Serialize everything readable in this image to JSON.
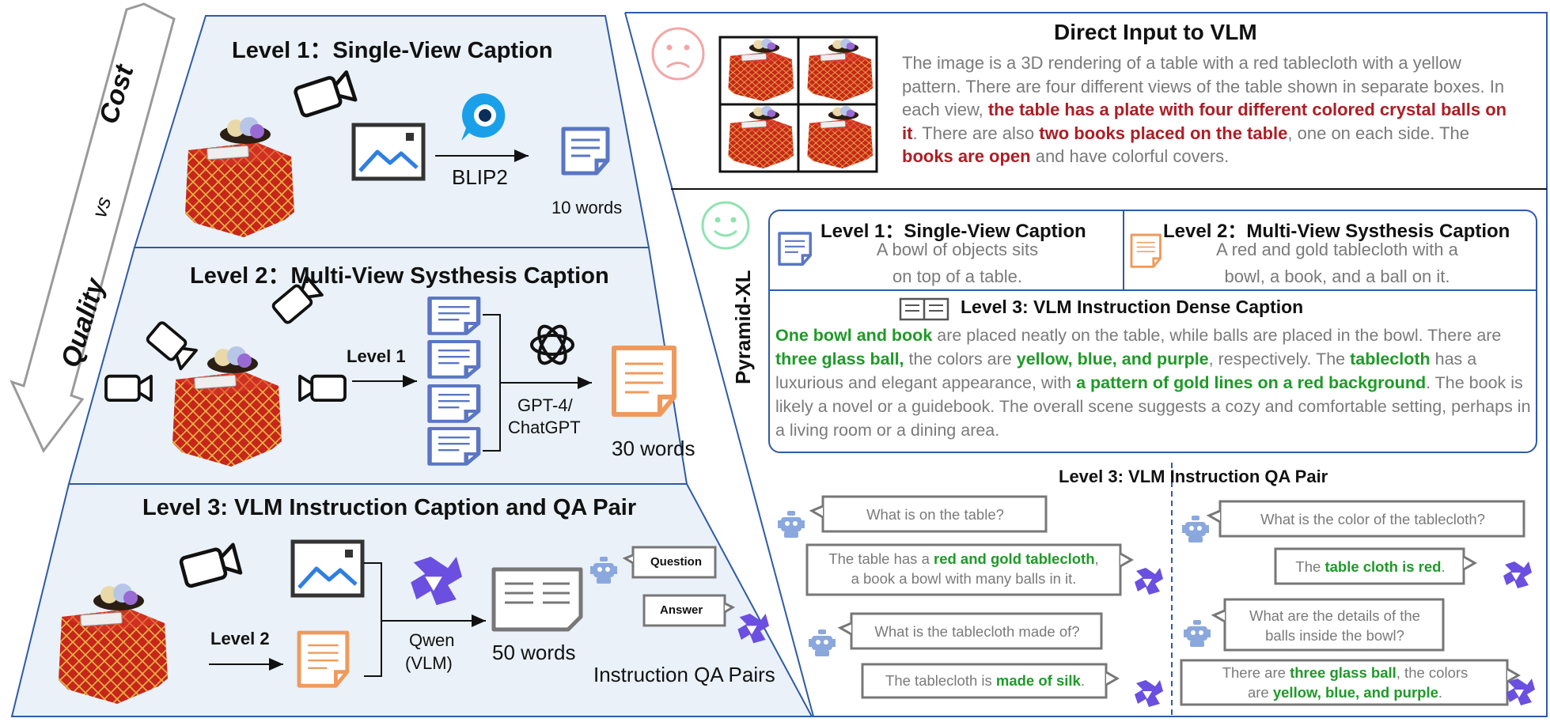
{
  "axis": {
    "cost": "Cost",
    "vs": "vs",
    "quality": "Quality"
  },
  "level1": {
    "title": "Level 1：Single-View Caption",
    "model": "BLIP2",
    "words": "10 words"
  },
  "level2": {
    "title": "Level 2：Multi-View Systhesis Caption",
    "input": "Level 1",
    "model_line1": "GPT-4/",
    "model_line2": "ChatGPT",
    "words": "30 words"
  },
  "level3": {
    "title": "Level 3: VLM Instruction Caption and QA Pair",
    "input": "Level 2",
    "model_line1": "Qwen",
    "model_line2": "(VLM)",
    "words": "50 words",
    "question": "Question",
    "answer": "Answer",
    "qa_pairs": "Instruction QA Pairs"
  },
  "direct": {
    "title": "Direct Input to VLM",
    "text_a": "The image is a 3D rendering of a table with a red tablecloth with a yellow pattern. There are four different views of the table shown in separate boxes. In each view, ",
    "hl_1": "the table has a plate with four different colored crystal balls on it",
    "text_b": ". There are also ",
    "hl_2": "two books placed on the table",
    "text_c": ", one on each side. The ",
    "hl_3": "books are open",
    "text_d": " and have colorful covers."
  },
  "pyramid": {
    "label": "Pyramid-XL",
    "l1_title": "Level 1：Single-View Caption",
    "l1_line1": "A bowl of objects sits",
    "l1_line2": "on top of a table.",
    "l2_title": "Level 2：Multi-View Systhesis Caption",
    "l2_line1": "A red and gold tablecloth with a",
    "l2_line2": "bowl, a book, and a ball on it.",
    "l3_title": "Level 3: VLM Instruction Dense Caption",
    "d_hl1": "One bowl and book",
    "d_t1": " are placed neatly on the table, while balls are placed in the bowl. There are ",
    "d_hl2": "three glass ball,",
    "d_t2": " the colors are ",
    "d_hl3": "yellow, blue, and purple",
    "d_t3": ", respectively. The ",
    "d_hl4": "tablecloth",
    "d_t4": " has a luxurious and elegant appearance, with ",
    "d_hl5": "a pattern of gold lines on a red background",
    "d_t5": ". The book is likely a novel or a guidebook. The overall scene suggests a cozy and comfortable setting, perhaps in a living room or a dining area."
  },
  "qa": {
    "title": "Level 3: VLM Instruction QA Pair",
    "q1": "What is on the table?",
    "a1_pre": "The table has a ",
    "a1_hl": "red and gold tablecloth",
    "a1_post": ",",
    "a1_line2": "a book a bowl with many balls in it.",
    "q2": "What is the tablecloth made of?",
    "a2_pre": "The tablecloth is ",
    "a2_hl": "made of silk",
    "a2_post": ".",
    "q3": "What is the color of the tablecloth?",
    "a3_pre": "The ",
    "a3_hl": "table cloth is red",
    "a3_post": ".",
    "q4_line1": "What are the details of the",
    "q4_line2": "balls inside the bowl?",
    "a4_pre": "There are ",
    "a4_hl1": "three glass ball",
    "a4_mid": ", the colors",
    "a4_pre2": "are ",
    "a4_hl2": "yellow, blue, and purple",
    "a4_post": "."
  },
  "colors": {
    "frame_blue": "#2f5aa8",
    "red_text": "#b01c24",
    "green_text": "#1e9a27",
    "doc_blue": "#5a76c4",
    "doc_orange": "#ef9a5c",
    "robot_blue": "#8aa8dd",
    "qwen_purple": "#6a4fe0"
  }
}
